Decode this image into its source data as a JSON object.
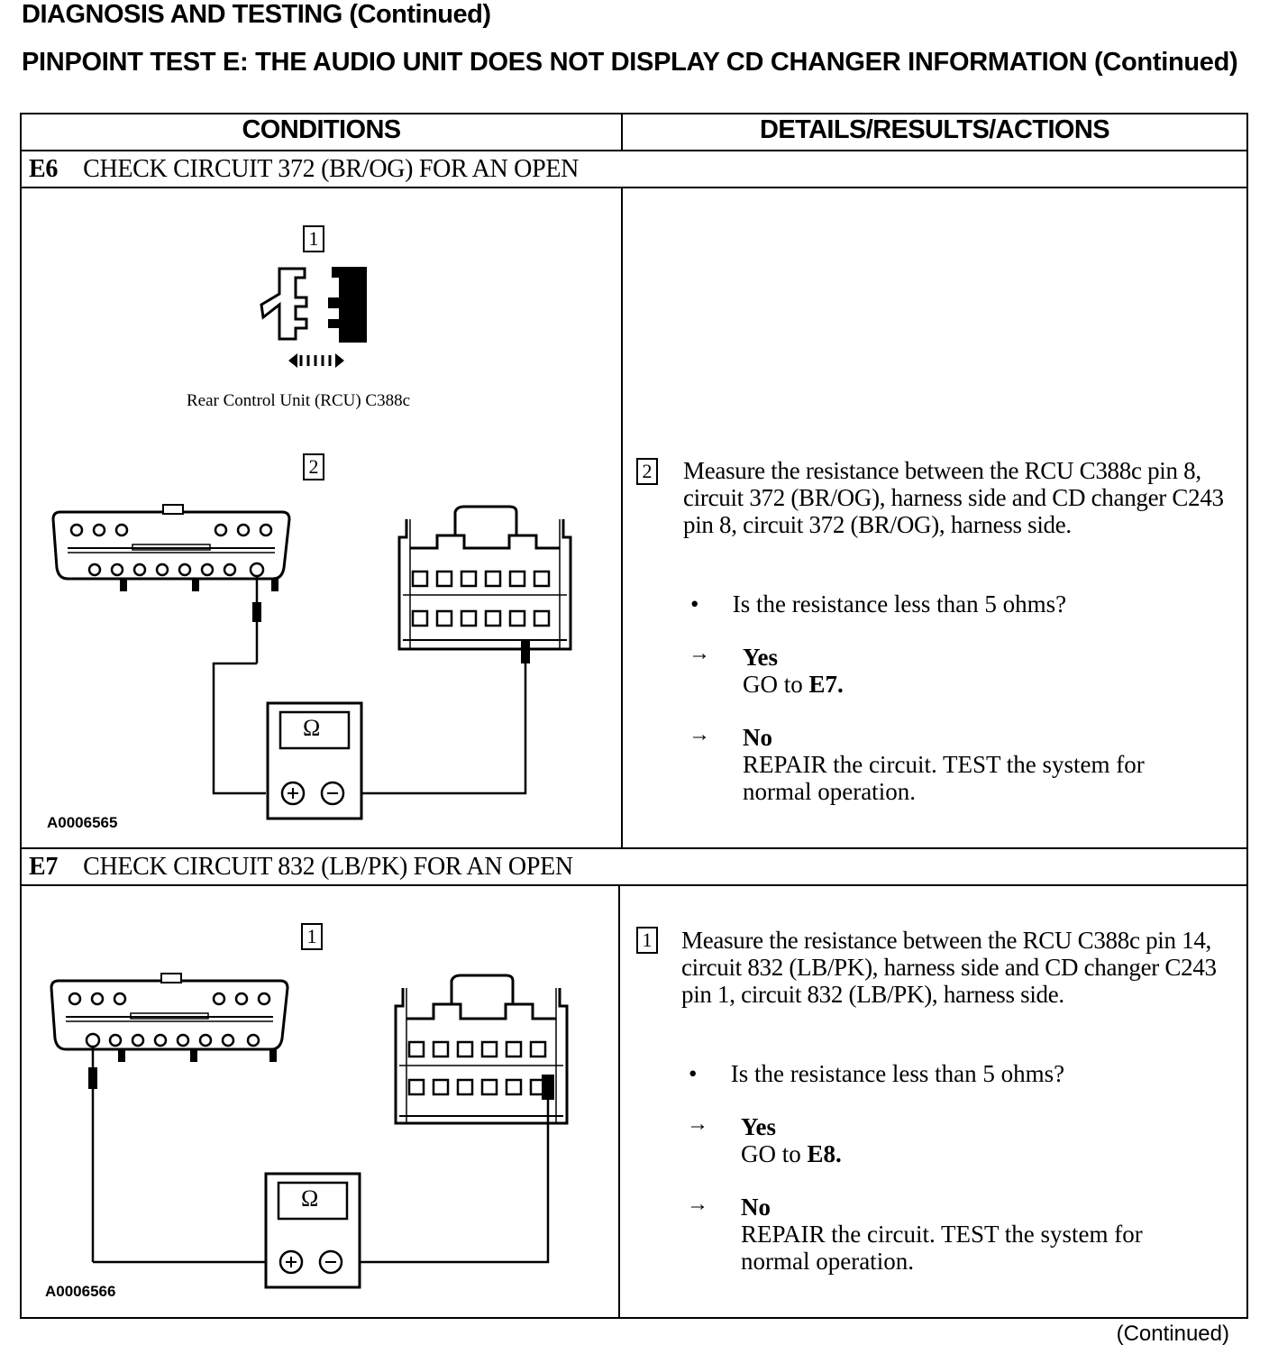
{
  "page": {
    "title": "DIAGNOSIS AND TESTING (Continued)",
    "subtitle": "PINPOINT TEST E: THE AUDIO UNIT DOES NOT DISPLAY CD CHANGER INFORMATION (Continued)",
    "footer": "(Continued)"
  },
  "table": {
    "col_conditions": "CONDITIONS",
    "col_details": "DETAILS/RESULTS/ACTIONS"
  },
  "e6": {
    "id": "E6",
    "title": "CHECK CIRCUIT 372 (BR/OG) FOR AN OPEN",
    "step1_num": "1",
    "connector_caption": "Rear Control Unit (RCU) C388c",
    "step2_num": "2",
    "figure_id": "A0006565",
    "meter_symbol": "Ω",
    "right_step_num": "2",
    "instruction": "Measure the resistance between the RCU C388c pin 8, circuit 372 (BR/OG), harness side and CD changer C243 pin 8, circuit 372 (BR/OG), harness side.",
    "question": "Is the resistance less than 5 ohms?",
    "yes_label": "Yes",
    "yes_action_pre": "GO to ",
    "yes_action_target": "E7.",
    "no_label": "No",
    "no_action": "REPAIR the circuit. TEST the system for normal operation."
  },
  "e7": {
    "id": "E7",
    "title": "CHECK CIRCUIT 832 (LB/PK) FOR AN OPEN",
    "step1_num": "1",
    "figure_id": "A0006566",
    "meter_symbol": "Ω",
    "right_step_num": "1",
    "instruction": "Measure the resistance between the RCU C388c pin 14, circuit 832 (LB/PK), harness side and CD changer C243 pin 1, circuit 832 (LB/PK), harness side.",
    "question": "Is the resistance less than 5 ohms?",
    "yes_label": "Yes",
    "yes_action_pre": "GO to ",
    "yes_action_target": "E8.",
    "no_label": "No",
    "no_action": "REPAIR the circuit. TEST the system for normal operation."
  },
  "icons": {
    "arrow": "right-arrow-icon",
    "bullet": "bullet-icon"
  }
}
